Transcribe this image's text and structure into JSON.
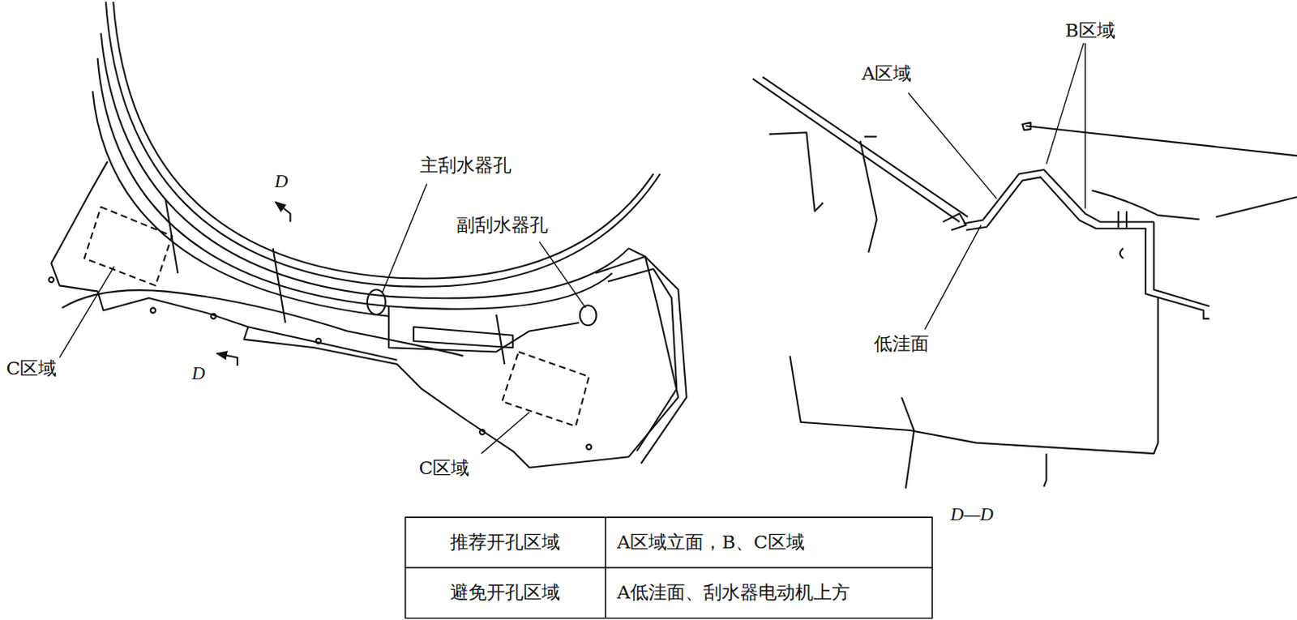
{
  "diagram": {
    "labels": [
      "D",
      "D",
      "主刮水器孔",
      "副刮水器孔",
      "C区域",
      "C区域",
      "A区域",
      "B区域",
      "低洼面",
      "D—D",
      "推荐开孔区域",
      "A区域立面，B、C区域",
      "避免开孔区域",
      "A低洼面、刮水器电动机上方"
    ]
  }
}
